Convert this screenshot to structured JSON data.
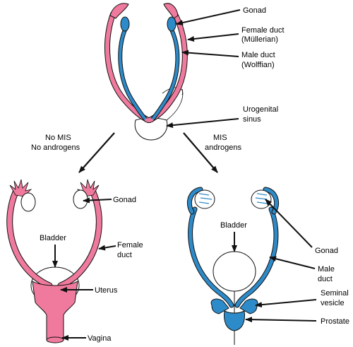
{
  "colors": {
    "female": "#F07A9E",
    "male": "#2E8BC9",
    "outline": "#111111",
    "background": "#FFFFFF"
  },
  "labels": {
    "top_gonad": "Gonad",
    "top_female_duct_1": "Female duct",
    "top_female_duct_2": "(Müllerian)",
    "top_male_duct_1": "Male duct",
    "top_male_duct_2": "(Wolffian)",
    "urogenital_1": "Urogenital",
    "urogenital_2": "sinus",
    "left_branch_1": "No MIS",
    "left_branch_2": "No androgens",
    "right_branch_1": "MIS",
    "right_branch_2": "androgens",
    "female_gonad": "Gonad",
    "female_bladder": "Bladder",
    "female_duct_1": "Female",
    "female_duct_2": "duct",
    "uterus": "Uterus",
    "vagina": "Vagina",
    "male_bladder": "Bladder",
    "male_gonad": "Gonad",
    "male_duct_1": "Male",
    "male_duct_2": "duct",
    "seminal_1": "Seminal",
    "seminal_2": "vesicle",
    "prostate": "Prostate"
  }
}
